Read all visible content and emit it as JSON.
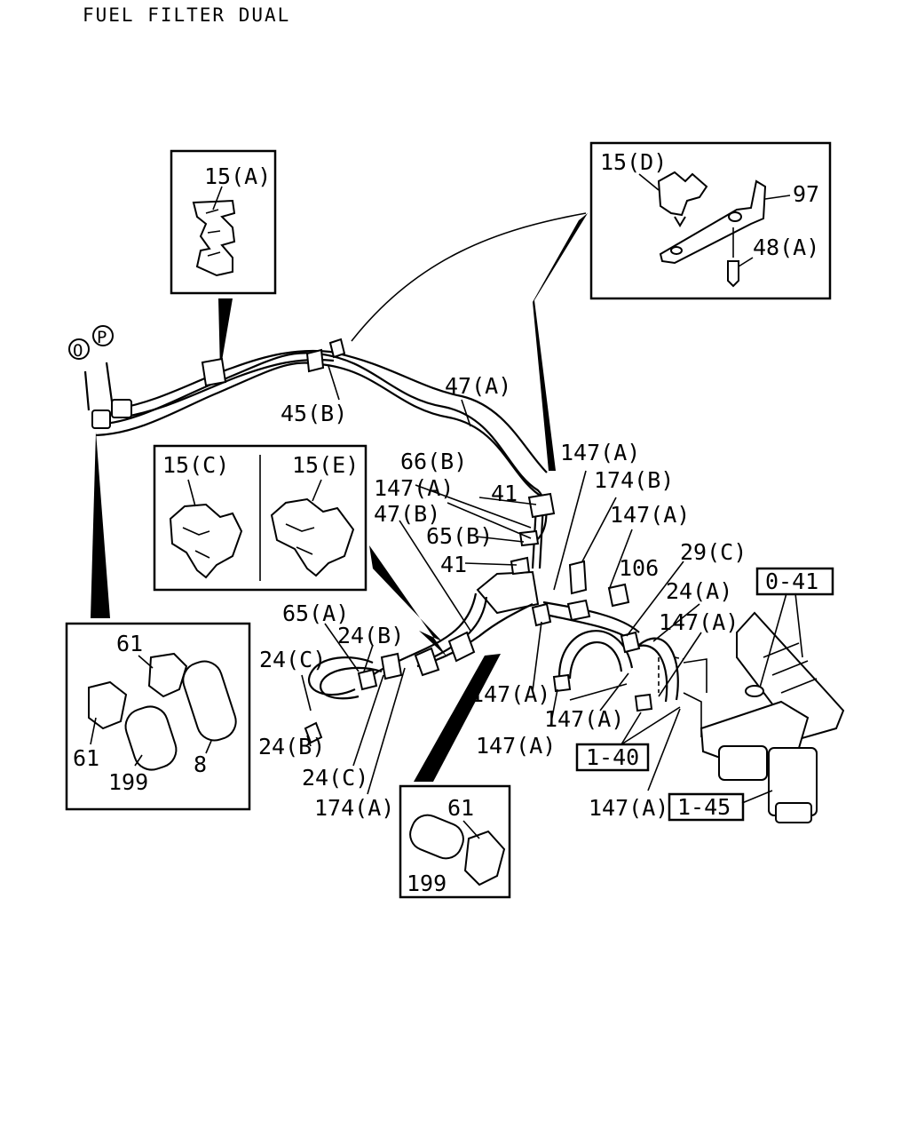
{
  "title": "FUEL FILTER DUAL",
  "callouts": {
    "c15A": "15(A)",
    "c15D": "15(D)",
    "c97": "97",
    "c48A": "48(A)",
    "cO": "O",
    "cP": "P",
    "c47A": "47(A)",
    "c45B": "45(B)",
    "c15C": "15(C)",
    "c15E": "15(E)",
    "c66B": "66(B)",
    "c147A_1": "147(A)",
    "c147A_2": "147(A)",
    "c47B": "47(B)",
    "c41_1": "41",
    "c65B": "65(B)",
    "c41_2": "41",
    "c174B": "174(B)",
    "c147A_3": "147(A)",
    "c106": "106",
    "c29C": "29(C)",
    "c24A": "24(A)",
    "c0_41": "0-41",
    "c147A_4": "147(A)",
    "c65A": "65(A)",
    "c24B_1": "24(B)",
    "c24C_1": "24(C)",
    "c61_1": "61",
    "c61_2": "61",
    "c199_1": "199",
    "c8": "8",
    "c24B_2": "24(B)",
    "c24C_2": "24(C)",
    "c174A": "174(A)",
    "c147A_5": "147(A)",
    "c147A_6": "147(A)",
    "c147A_7": "147(A)",
    "c1_40": "1-40",
    "c147A_8": "147(A)",
    "c1_45": "1-45",
    "c61_3": "61",
    "c199_2": "199"
  }
}
